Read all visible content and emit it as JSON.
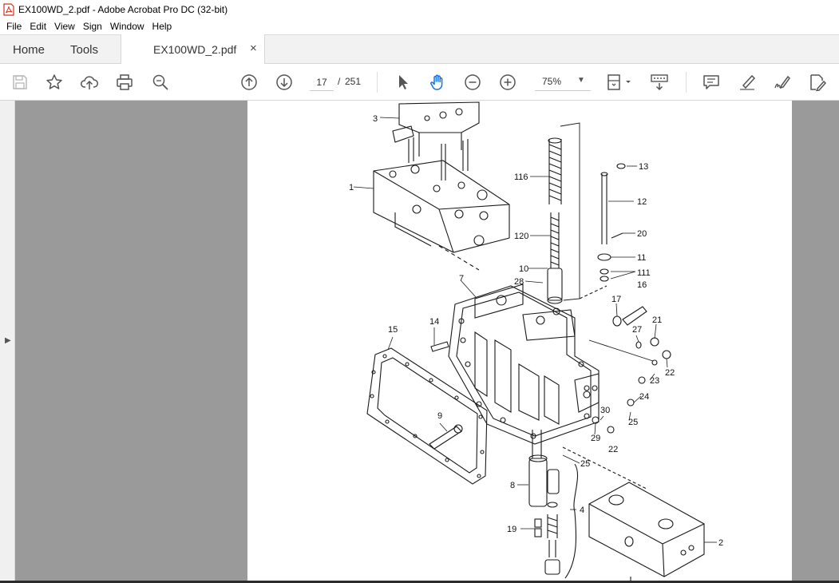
{
  "window": {
    "title": "EX100WD_2.pdf - Adobe Acrobat Pro DC (32-bit)"
  },
  "menu": [
    "File",
    "Edit",
    "View",
    "Sign",
    "Window",
    "Help"
  ],
  "tabs": {
    "home": "Home",
    "tools": "Tools",
    "document": "EX100WD_2.pdf",
    "close": "×"
  },
  "toolbar": {
    "current_page": "17",
    "page_separator": "/",
    "total_pages": "251",
    "zoom": "75%",
    "icons": [
      "save-icon",
      "star-icon",
      "upload-icon",
      "print-icon",
      "zoom-search-icon",
      "page-up-icon",
      "page-down-icon",
      "select-arrow-icon",
      "hand-tool-icon",
      "zoom-out-icon",
      "zoom-in-icon",
      "page-fit-icon",
      "keyboard-icon",
      "comment-icon",
      "highlight-pen-icon",
      "sign-icon",
      "edit-pdf-icon"
    ],
    "accent": "#1473e6"
  },
  "drawing": {
    "callouts": [
      "3",
      "1",
      "116",
      "13",
      "12",
      "120",
      "20",
      "11",
      "10",
      "111",
      "28",
      "16",
      "7",
      "17",
      "14",
      "15",
      "27",
      "21",
      "22",
      "23",
      "24",
      "9",
      "30",
      "25",
      "29",
      "22",
      "25",
      "8",
      "4",
      "19",
      "2"
    ]
  }
}
